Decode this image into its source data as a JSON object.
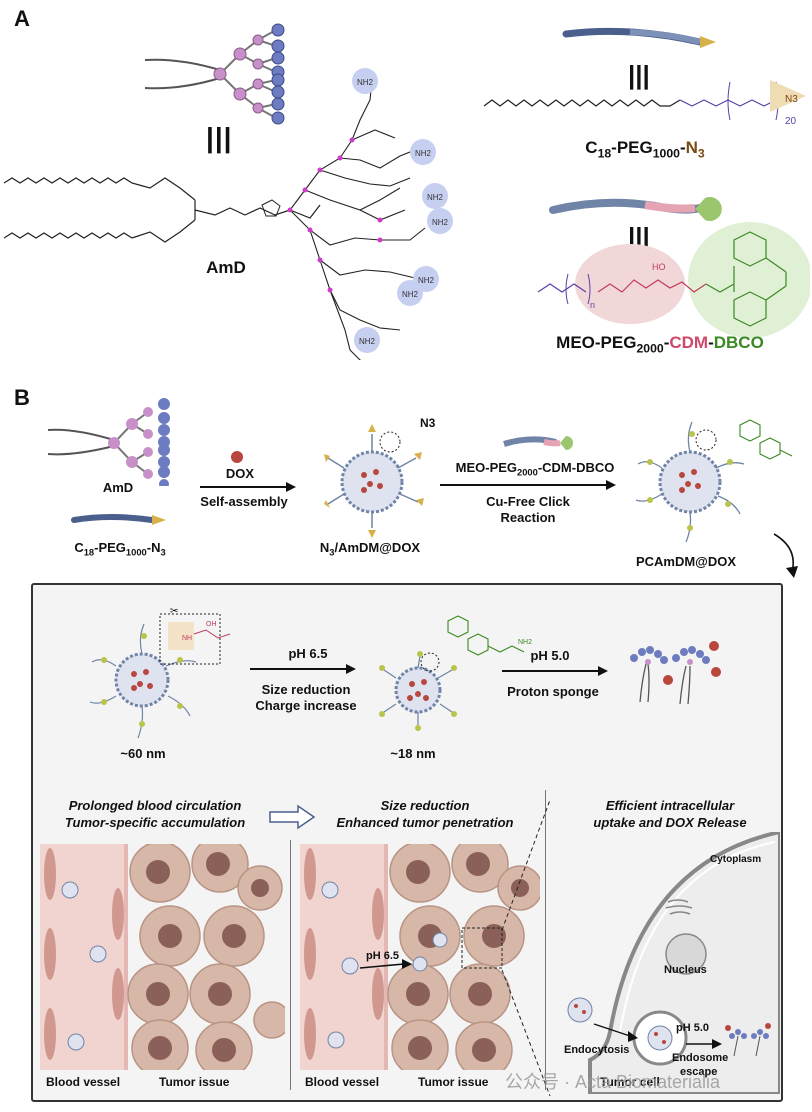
{
  "panel_a": {
    "letter": "A",
    "amd_label": "AmD",
    "amine_label": "NH2",
    "c18_name": {
      "prefix": "C",
      "sub1": "18",
      "mid": "-PEG",
      "sub2": "1000",
      "dash": "-",
      "suffix": "N",
      "sub3": "3"
    },
    "c18_n3_group": "N3",
    "c18_repeat": "20",
    "meo_name": {
      "a": "MEO-PEG",
      "sub": "2000",
      "b": "-",
      "cdm": "CDM",
      "c": "-",
      "dbco": "DBCO"
    },
    "meo_n": "n",
    "meo_ho": "HO",
    "equiv": "|||"
  },
  "panel_b": {
    "letter": "B",
    "amd_label": "AmD",
    "dox_label": "DOX",
    "self_assembly": "Self-assembly",
    "c18_name": {
      "prefix": "C",
      "sub1": "18",
      "mid": "-PEG",
      "sub2": "1000",
      "dash": "-",
      "suffix": "N",
      "sub3": "3"
    },
    "n3_tag": "N3",
    "n3amdm": {
      "a": "N",
      "sub": "3",
      "b": "/AmDM@DOX"
    },
    "meo_name": {
      "a": "MEO-PEG",
      "sub": "2000",
      "b": "-CDM-DBCO"
    },
    "click_line1": "Cu-Free Click",
    "click_line2": "Reaction",
    "pcamdm": "PCAmDM@DOX",
    "step1_top": "pH 6.5",
    "step1_b1": "Size reduction",
    "step1_b2": "Charge increase",
    "step2_top": "pH 5.0",
    "step2_b1": "Proton sponge",
    "size1": "~60 nm",
    "size2": "~18 nm",
    "sec1_l1": "Prolonged blood circulation",
    "sec1_l2": "Tumor-specific accumulation",
    "sec2_l1": "Size reduction",
    "sec2_l2": "Enhanced tumor penetration",
    "sec3_l1": "Efficient intracellular",
    "sec3_l2": "uptake and DOX Release",
    "blood_vessel_1": "Blood vessel",
    "tumor_issue_1": "Tumor issue",
    "blood_vessel_2": "Blood vessel",
    "tumor_issue_2": "Tumor issue",
    "tumor_cell": "Tumor cell",
    "ph65_arrow": "pH 6.5",
    "cytoplasm": "Cytoplasm",
    "nucleus": "Nucleus",
    "endocytosis": "Endocytosis",
    "ph50_inner": "pH 5.0",
    "endosome_l1": "Endosome",
    "endosome_l2": "escape",
    "oh_label": "OH",
    "nh_label": "NH",
    "nh2_label": "NH2"
  },
  "watermark": "公众号 · Acta Biomaterialia",
  "colors": {
    "dendron_node": "#6d7cc0",
    "branch_node": "#c790c8",
    "amine_circle": "#c6cff0",
    "cdm_pink": "#d0486a",
    "dbco_green": "#3a8a23",
    "dox_red": "#b8473d",
    "peg_blue": "#6f84a6",
    "tumor_cell": "#d7b8a8",
    "vessel_pink": "#f1d3cf"
  }
}
